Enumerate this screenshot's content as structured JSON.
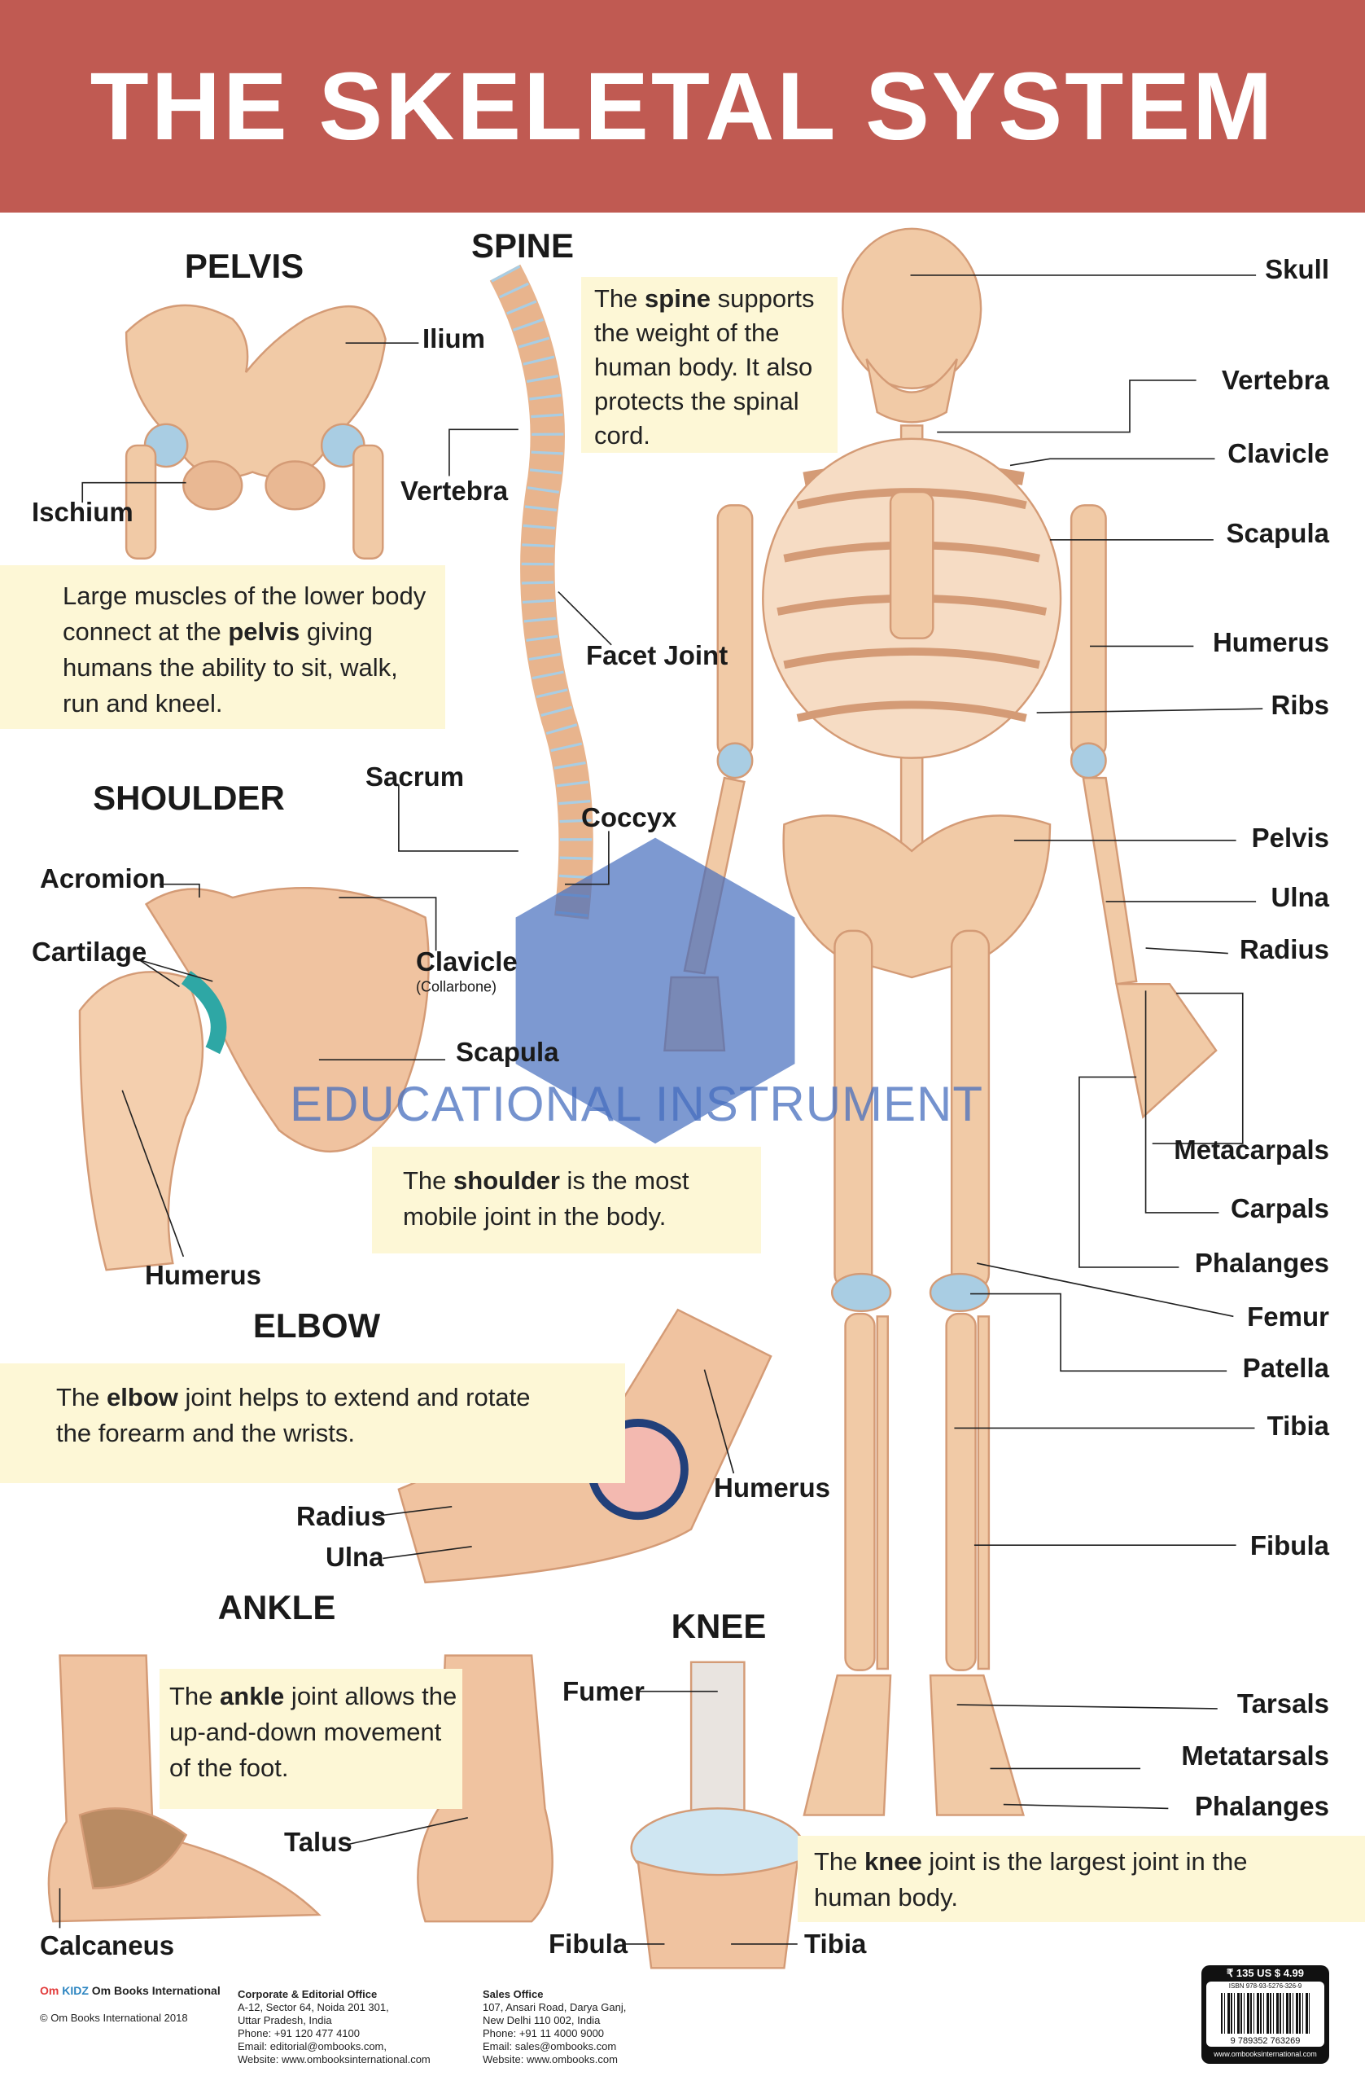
{
  "title": "THE SKELETAL SYSTEM",
  "colors": {
    "header": "#c05a52",
    "bone": "#f1caa6",
    "bone_outline": "#d49b76",
    "info_box": "#fdf7d6",
    "cartilage": "#9cc6e0",
    "watermark": "#466ebe"
  },
  "headings": {
    "pelvis": "PELVIS",
    "spine": "SPINE",
    "shoulder": "SHOULDER",
    "elbow": "ELBOW",
    "ankle": "ANKLE",
    "knee": "KNEE"
  },
  "pelvis_labels": {
    "ilium": "Ilium",
    "ischium": "Ischium"
  },
  "spine_labels": {
    "vertebra": "Vertebra",
    "facet_joint": "Facet Joint",
    "sacrum": "Sacrum",
    "coccyx": "Coccyx"
  },
  "shoulder_labels": {
    "acromion": "Acromion",
    "cartilage": "Cartilage",
    "clavicle": "Clavicle",
    "collarbone": "(Collarbone)",
    "scapula": "Scapula",
    "humerus": "Humerus"
  },
  "elbow_labels": {
    "humerus": "Humerus",
    "radius": "Radius",
    "ulna": "Ulna"
  },
  "ankle_labels": {
    "talus": "Talus",
    "calcaneus": "Calcaneus"
  },
  "knee_labels": {
    "fumer": "Fumer",
    "fibula": "Fibula",
    "tibia": "Tibia"
  },
  "skeleton_labels": [
    "Skull",
    "Vertebra",
    "Clavicle",
    "Scapula",
    "Humerus",
    "Ribs",
    "Pelvis",
    "Ulna",
    "Radius",
    "Metacarpals",
    "Carpals",
    "Phalanges",
    "Femur",
    "Patella",
    "Tibia",
    "Fibula",
    "Tarsals",
    "Metatarsals",
    "Phalanges"
  ],
  "info": {
    "pelvis": {
      "before": "Large muscles of the lower body connect at the ",
      "bold": "pelvis",
      "after": " giving humans the ability to sit, walk, run and kneel."
    },
    "spine": {
      "before": "The ",
      "bold": "spine",
      "after": " supports the weight of the human body. It also protects the spinal cord."
    },
    "shoulder": {
      "before": "The ",
      "bold": "shoulder",
      "after": " is the most mobile joint in the body."
    },
    "elbow": {
      "before": "The ",
      "bold": "elbow",
      "after": " joint helps to extend and rotate the forearm and the wrists."
    },
    "ankle": {
      "before": "The ",
      "bold": "ankle",
      "after": " joint allows the up-and-down movement of the foot."
    },
    "knee": {
      "before": "The ",
      "bold": "knee",
      "after": " joint is the largest joint in the human body."
    }
  },
  "watermark": "EDUCATIONAL INSTRUMENT",
  "footer": {
    "logo_om": "Om",
    "logo_kidz": "KIDZ",
    "publisher": "Om Books International",
    "copyright": "© Om Books International 2018",
    "corporate": {
      "title": "Corporate & Editorial Office",
      "lines": [
        "A-12, Sector 64, Noida 201 301,",
        "Uttar Pradesh, India",
        "Phone: +91 120 477 4100",
        "Email: editorial@ombooks.com,",
        "Website: www.ombooksinternational.com"
      ]
    },
    "sales": {
      "title": "Sales Office",
      "lines": [
        "107, Ansari Road, Darya Ganj,",
        "New Delhi 110 002, India",
        "Phone: +91 11 4000 9000",
        "Email: sales@ombooks.com",
        "Website: www.ombooks.com"
      ]
    },
    "price": "₹ 135   US $ 4.99",
    "isbn": "ISBN 978-93-5276-326-9",
    "barcode_number": "9 789352 763269",
    "barcode_url": "www.ombooksinternational.com"
  }
}
